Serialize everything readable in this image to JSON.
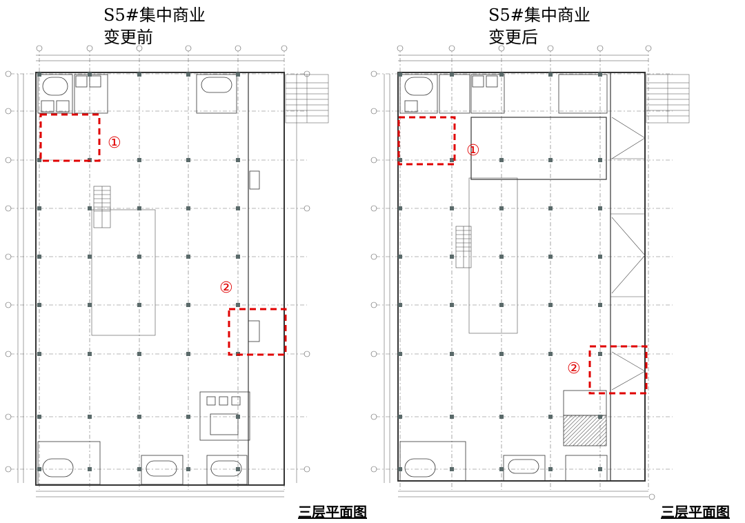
{
  "left": {
    "title": "S5#集中商业",
    "subtitle": "变更前",
    "floor_label": "三层平面图",
    "markers": [
      "①",
      "②"
    ]
  },
  "right": {
    "title": "S5#集中商业",
    "subtitle": "变更后",
    "floor_label": "三层平面图",
    "markers": [
      "①",
      "②"
    ]
  },
  "colors": {
    "highlight": "#e00000",
    "line": "#333333",
    "grid": "#6a6a6a"
  }
}
